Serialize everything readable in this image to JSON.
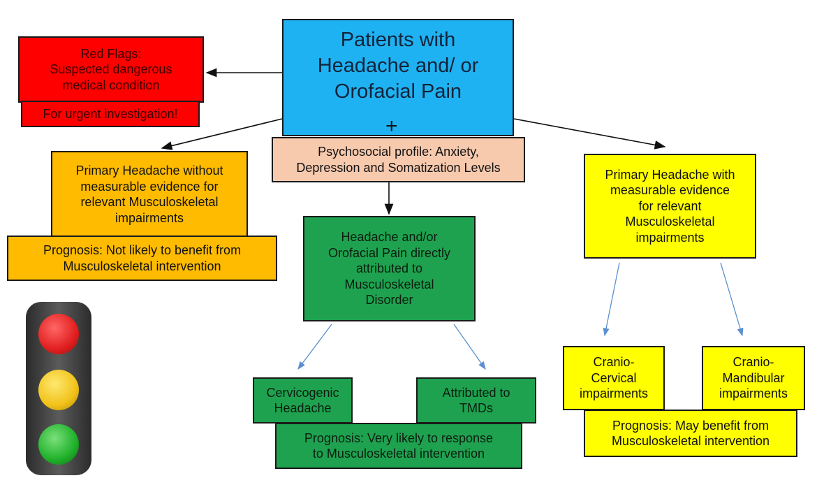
{
  "main_box": {
    "text": "Patients with\nHeadache and/ or\nOrofacial Pain",
    "plus": "+"
  },
  "psychosocial_box": {
    "text": "Psychosocial profile: Anxiety,\nDepression and Somatization Levels"
  },
  "red_flags": {
    "title": "Red Flags:\nSuspected dangerous\nmedical condition",
    "urgent": "For urgent investigation!"
  },
  "left_branch": {
    "text": "Primary Headache without\nmeasurable evidence for\nrelevant Musculoskeletal\nimpairments",
    "prognosis": "Prognosis: Not likely to benefit from\nMusculoskeletal intervention"
  },
  "middle_branch": {
    "text": "Headache and/or\nOrofacial Pain directly\nattributed to\nMusculoskeletal\nDisorder",
    "child_left": "Cervicogenic\nHeadache",
    "child_right": "Attributed to\nTMDs",
    "prognosis": "Prognosis: Very likely to response\nto Musculoskeletal intervention"
  },
  "right_branch": {
    "text": "Primary Headache with\nmeasurable evidence\nfor relevant\nMusculoskeletal\nimpairments",
    "child_left": "Cranio-\nCervical\nimpairments",
    "child_right": "Cranio-\nMandibular\nimpairments",
    "prognosis": "Prognosis: May benefit from\nMusculoskeletal intervention"
  },
  "colors": {
    "red": "#ff0000",
    "blue": "#1fb2f2",
    "peach": "#f7c9ad",
    "orange": "#ffbb00",
    "green": "#1ea24f",
    "yellow": "#ffff00",
    "dashed_arrow": "#5b8fd0"
  },
  "traffic_light": {
    "lamps": [
      "red",
      "amber",
      "green"
    ]
  }
}
